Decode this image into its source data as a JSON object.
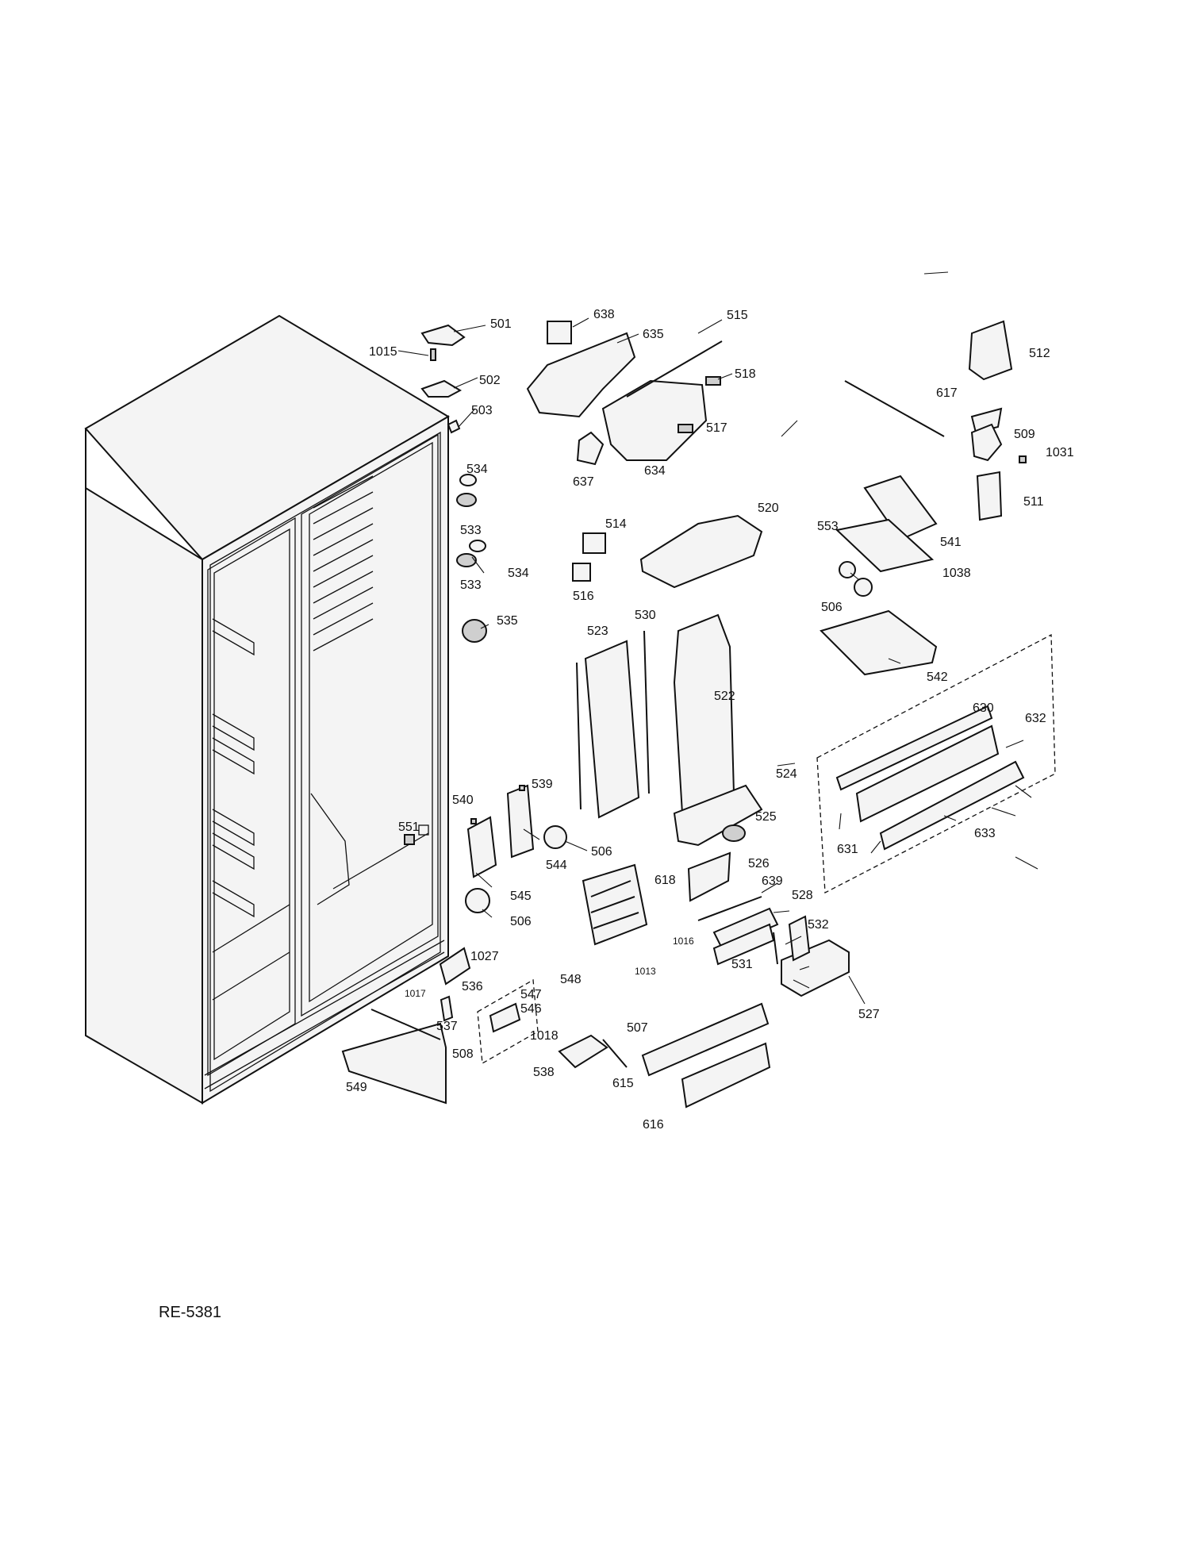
{
  "diagram": {
    "reference_code": "RE-5381",
    "callouts": [
      "501",
      "1015",
      "502",
      "503",
      "534",
      "533",
      "534b",
      "533b",
      "535",
      "551",
      "540",
      "539",
      "506a",
      "544",
      "545",
      "506b",
      "1027",
      "1017",
      "536",
      "537",
      "547",
      "546",
      "548",
      "1018",
      "507",
      "538",
      "508",
      "549",
      "638",
      "635",
      "515",
      "518",
      "517",
      "637",
      "634",
      "514",
      "516",
      "520",
      "523",
      "530",
      "522",
      "524",
      "525",
      "618",
      "1016",
      "1013",
      "526",
      "639",
      "528",
      "532",
      "531",
      "527",
      "615",
      "616",
      "512",
      "617",
      "509",
      "1031",
      "511",
      "553",
      "541",
      "1038",
      "506c",
      "542",
      "630",
      "632",
      "631",
      "633"
    ]
  },
  "labels": {
    "501": "501",
    "1015": "1015",
    "502": "502",
    "503": "503",
    "534": "534",
    "533": "533",
    "534b": "534",
    "533b": "533",
    "535": "535",
    "551": "551",
    "540": "540",
    "539": "539",
    "506a": "506",
    "544": "544",
    "545": "545",
    "506b": "506",
    "1027": "1027",
    "1017": "1017",
    "536": "536",
    "537": "537",
    "547": "547",
    "546": "546",
    "548": "548",
    "1018": "1018",
    "507": "507",
    "538": "538",
    "508": "508",
    "549": "549",
    "638": "638",
    "635": "635",
    "515": "515",
    "518": "518",
    "517": "517",
    "637": "637",
    "634": "634",
    "514": "514",
    "516": "516",
    "520": "520",
    "523": "523",
    "530": "530",
    "522": "522",
    "524": "524",
    "525": "525",
    "618": "618",
    "1016": "1016",
    "1013": "1013",
    "526": "526",
    "639": "639",
    "528": "528",
    "532": "532",
    "531": "531",
    "527": "527",
    "615": "615",
    "616": "616",
    "512": "512",
    "617": "617",
    "509": "509",
    "1031": "1031",
    "511": "511",
    "553": "553",
    "541": "541",
    "1038": "1038",
    "506c": "506",
    "542": "542",
    "630": "630",
    "632": "632",
    "631": "631",
    "633": "633"
  }
}
